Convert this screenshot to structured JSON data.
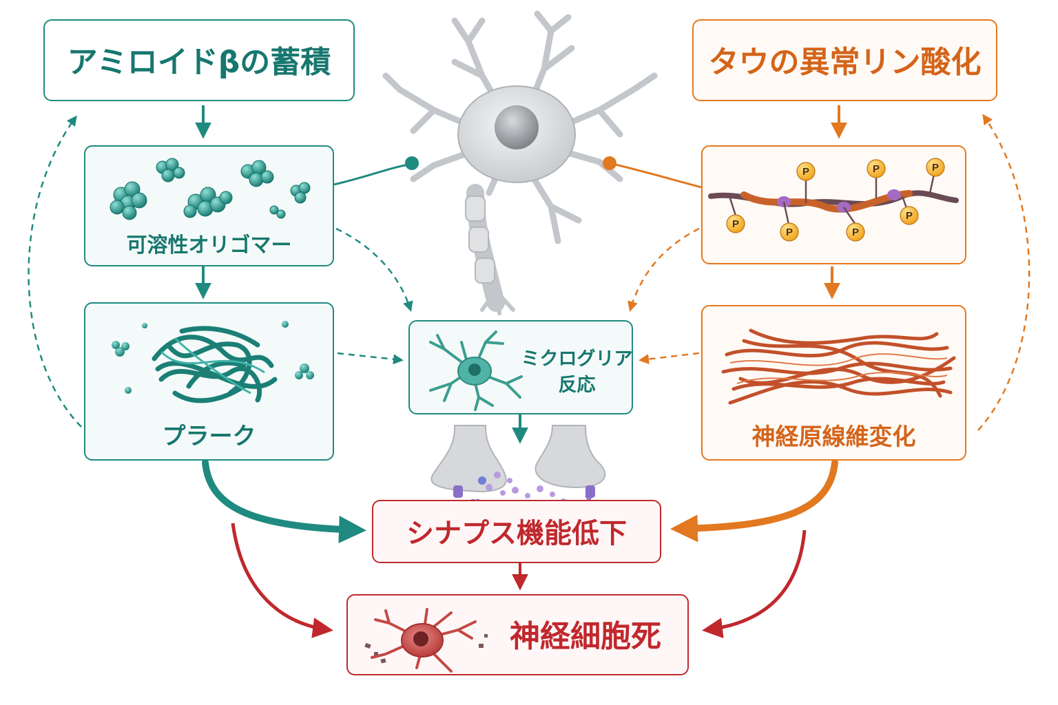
{
  "left": {
    "title": "アミロイドβの蓄積",
    "oligomer_label": "可溶性オリゴマー",
    "plaque_label": "プラーク"
  },
  "right": {
    "title": "タウの異常リン酸化",
    "phospho_label": "P",
    "tangle_label": "神経原線維変化"
  },
  "center": {
    "microglia_label_line1": "ミクログリア",
    "microglia_label_line2": "反応",
    "synapse_label": "シナプス機能低下",
    "death_label": "神経細胞死"
  },
  "colors": {
    "teal": "#1f8a80",
    "orange": "#e2781f",
    "red": "#c0282d",
    "gray": "#b9bcbf"
  }
}
